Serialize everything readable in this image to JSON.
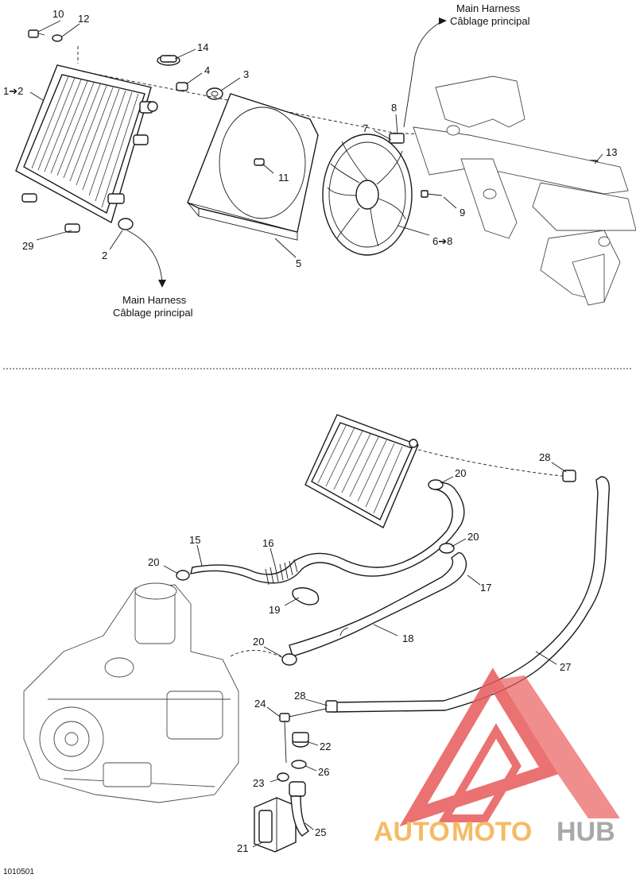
{
  "colors": {
    "line": "#1a1a1a",
    "watermark_red": "#e85a5a",
    "watermark_orange": "#f4b04a",
    "watermark_grey": "#9a9a9a"
  },
  "harness_top": {
    "en": "Main Harness",
    "fr": "Câblage principal"
  },
  "harness_bottom": {
    "en": "Main Harness",
    "fr": "Câblage principal"
  },
  "reference_code": "1010501",
  "watermark": {
    "brand_a": "AUTO",
    "brand_b": "MOTO",
    "brand_c": "HUB"
  },
  "callouts_top": {
    "c10": "10",
    "c12": "12",
    "c14": "14",
    "c4": "4",
    "c3": "3",
    "c1_2": "1➔2",
    "c8": "8",
    "c7": "7",
    "c13": "13",
    "c11": "11",
    "c9": "9",
    "c29": "29",
    "c2": "2",
    "c5": "5",
    "c6_8": "6➔8"
  },
  "callouts_bottom": {
    "c28a": "28",
    "c20a": "20",
    "c20b": "20",
    "c17": "17",
    "c15": "15",
    "c16": "16",
    "c20c": "20",
    "c19": "19",
    "c20d": "20",
    "c18": "18",
    "c27": "27",
    "c28b": "28",
    "c24": "24",
    "c22": "22",
    "c26": "26",
    "c23": "23",
    "c25": "25",
    "c21": "21"
  }
}
